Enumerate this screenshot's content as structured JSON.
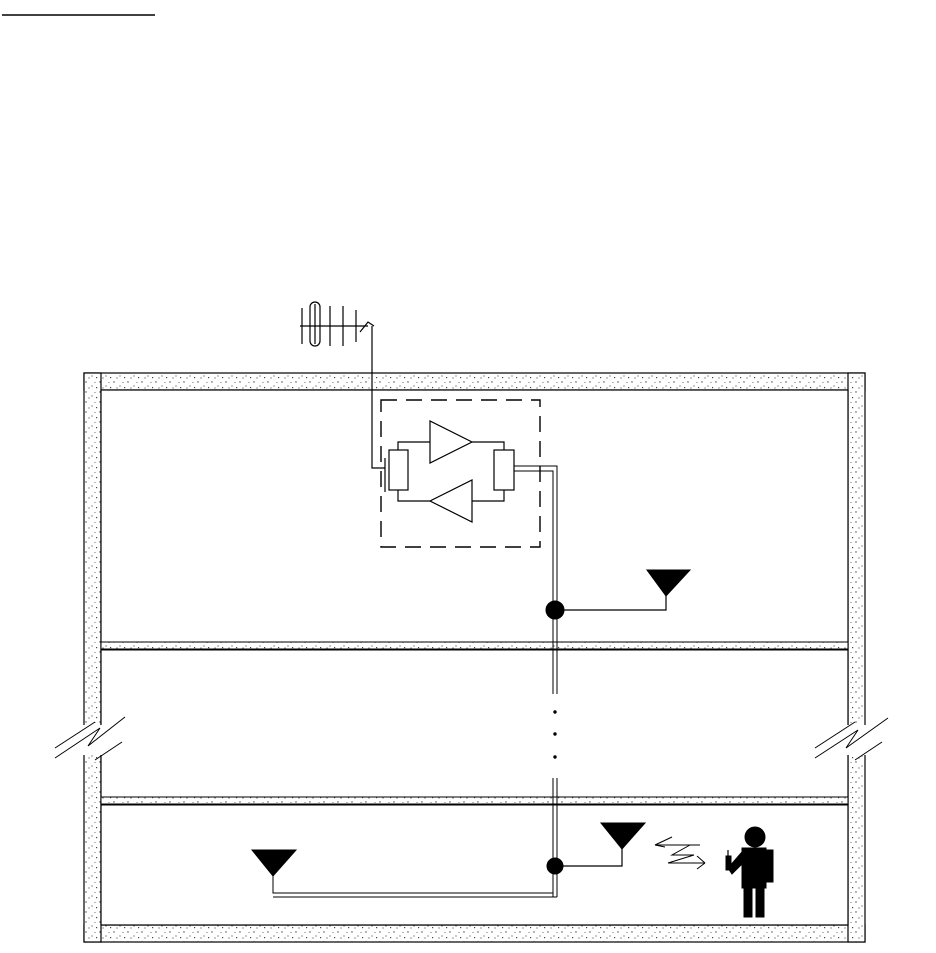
{
  "diagram": {
    "kind": "in-building distributed antenna system",
    "colors": {
      "ink": "#000000",
      "paper": "#ffffff",
      "concrete_speckle": "#444444"
    },
    "building": {
      "floors_shown": 3,
      "floors_elided": true,
      "wall_material": "concrete"
    },
    "components": [
      {
        "id": "donor-antenna",
        "icon": "yagi-antenna-icon"
      },
      {
        "id": "bidirectional-repeater",
        "icon": "amplifier-pair-icon",
        "enclosure": "dashed"
      },
      {
        "id": "coupler-top",
        "icon": "splitter-node-icon"
      },
      {
        "id": "coupler-bottom",
        "icon": "splitter-node-icon"
      },
      {
        "id": "indoor-antenna-top",
        "icon": "ceiling-antenna-icon"
      },
      {
        "id": "indoor-antenna-bottom-left",
        "icon": "ceiling-antenna-icon"
      },
      {
        "id": "indoor-antenna-bottom-right",
        "icon": "ceiling-antenna-icon"
      },
      {
        "id": "mobile-user",
        "icon": "person-with-phone-icon"
      },
      {
        "id": "radio-link",
        "icon": "bidirectional-signal-icon"
      }
    ]
  }
}
